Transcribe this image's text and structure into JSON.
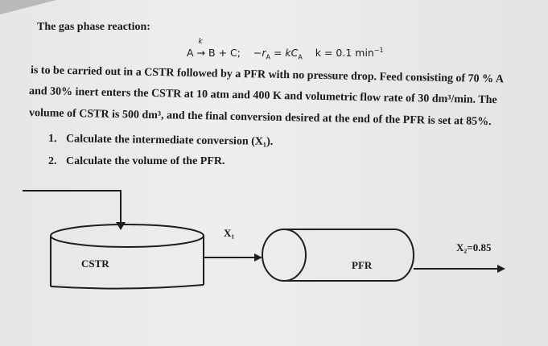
{
  "problem": {
    "title": "The gas phase reaction:",
    "equation": {
      "reaction_left": "A",
      "arrow_label": "k",
      "reaction_right": "B + C;",
      "rate_law": "−r",
      "rate_sub": "A",
      "rate_eq": " = kC",
      "conc_sub": "A",
      "k_value": "k = 0.1 min",
      "k_exp": "−1"
    },
    "body_lines": [
      "is to be carried out in a CSTR followed by a PFR with no pressure drop. Feed consisting of 70 % A",
      "and 30% inert enters the CSTR at 10 atm and 400 K and volumetric flow rate of 30 dm³/min. The",
      "volume of CSTR is 500 dm³, and the final conversion desired at the end of the PFR is set at 85%."
    ],
    "questions": [
      {
        "number": "1.",
        "text": "Calculate the intermediate conversion (X₁)."
      },
      {
        "number": "2.",
        "text": "Calculate the volume of the PFR."
      }
    ]
  },
  "diagram": {
    "cstr_label": "CSTR",
    "pfr_label": "PFR",
    "x1_label": "X₁",
    "x2_label": "X₂=0.85"
  }
}
